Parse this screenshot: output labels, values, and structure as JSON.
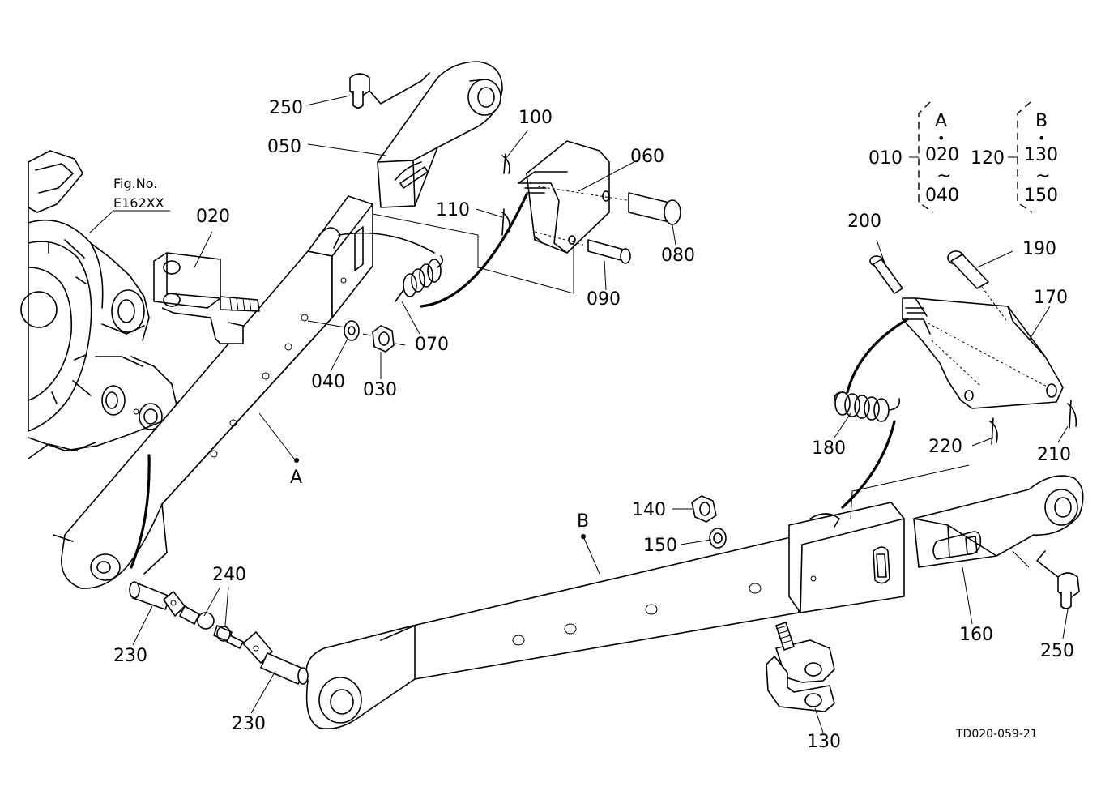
{
  "figure_ref": {
    "line1": "Fig.No.",
    "line2": "E162XX"
  },
  "drawing_code": "TD020-059-21",
  "parts": {
    "p250a": "250",
    "p050": "050",
    "p100": "100",
    "p060": "060",
    "p020": "020",
    "p110": "110",
    "p080": "080",
    "p090": "090",
    "p070": "070",
    "p040": "040",
    "p030": "030",
    "p200": "200",
    "p190": "190",
    "p170": "170",
    "p180": "180",
    "p220": "220",
    "p210": "210",
    "p140": "140",
    "p150": "150",
    "p160": "160",
    "p250b": "250",
    "p240": "240",
    "p230a": "230",
    "p230b": "230",
    "p130": "130"
  },
  "assembly_markers": {
    "a": "A",
    "b": "B"
  },
  "legend": {
    "group_a": {
      "parent": "010",
      "key": "A",
      "from": "020",
      "to": "040"
    },
    "group_b": {
      "parent": "120",
      "key": "B",
      "from": "130",
      "to": "150"
    },
    "dot": "•",
    "tilde": "~"
  }
}
